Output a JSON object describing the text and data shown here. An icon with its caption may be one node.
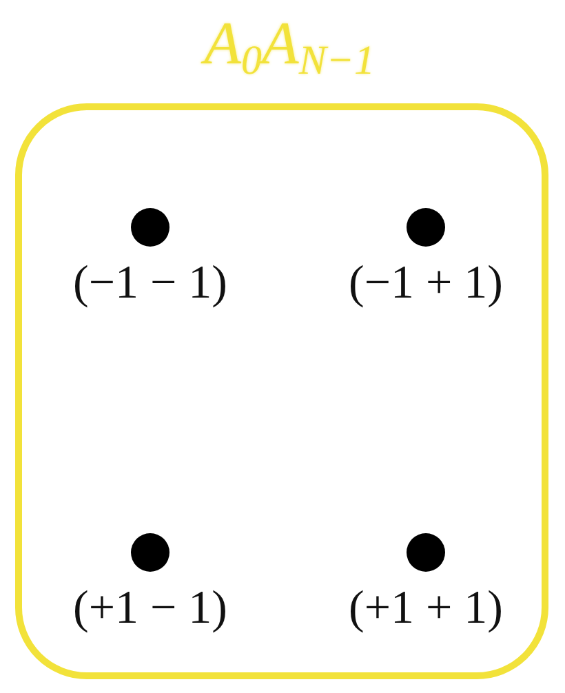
{
  "diagram": {
    "nodes": [
      {
        "text": [
          "A$_{0}$A$_{N−1}$"
        ]
      },
      {
        "text": [
          "(−1 − 1)"
        ],
        "in": 0
      },
      {
        "text": [
          "(−1 + 1)"
        ],
        "in": 0
      },
      {
        "text": [
          "(+1 − 1)"
        ],
        "in": 0
      },
      {
        "text": [
          "(+1 + 1)"
        ],
        "in": 0
      }
    ]
  }
}
